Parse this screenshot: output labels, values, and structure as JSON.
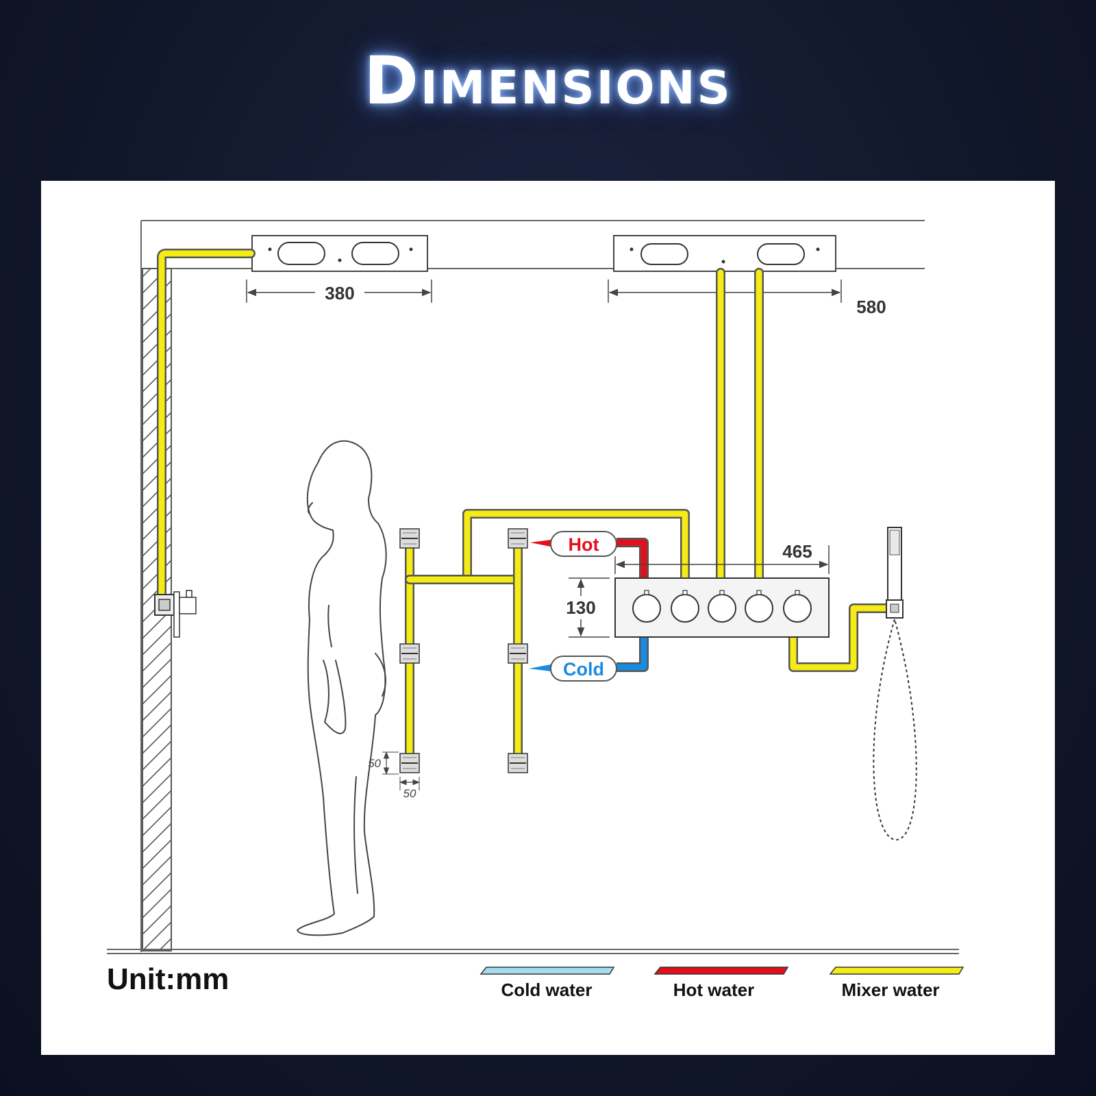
{
  "title": "Dimensions",
  "dimensions": {
    "ceiling_left_width": "380",
    "ceiling_right_width": "580",
    "mixer_width": "465",
    "mixer_height": "130",
    "jet_height": "50",
    "jet_width": "50"
  },
  "labels": {
    "hot": "Hot",
    "cold": "Cold"
  },
  "unit": "Unit:mm",
  "legend": [
    {
      "label": "Cold water",
      "color": "#a6dcf2"
    },
    {
      "label": "Hot water",
      "color": "#e3101c"
    },
    {
      "label": "Mixer water",
      "color": "#f5ec16"
    }
  ],
  "colors": {
    "hot": "#e3101c",
    "cold": "#1a8be0",
    "mixer": "#f5ec16"
  }
}
